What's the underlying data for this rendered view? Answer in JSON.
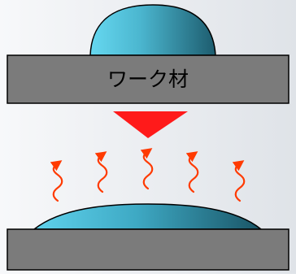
{
  "workpiece_label": "ワーク材",
  "colors": {
    "background_left": "#f7f8fa",
    "background_right": "#dfe3e8",
    "block_fill": "#7b7b7b",
    "block_stroke": "#000000",
    "dome_light": "#66d8f0",
    "dome_dark": "#1d5c6e",
    "arrow_red": "#ff1a1a",
    "heat_wave": "#ff3a00",
    "label_text": "#000000"
  },
  "icons": {
    "down_arrow": "red-down-triangle-arrow",
    "heat": "wavy-up-arrow"
  }
}
